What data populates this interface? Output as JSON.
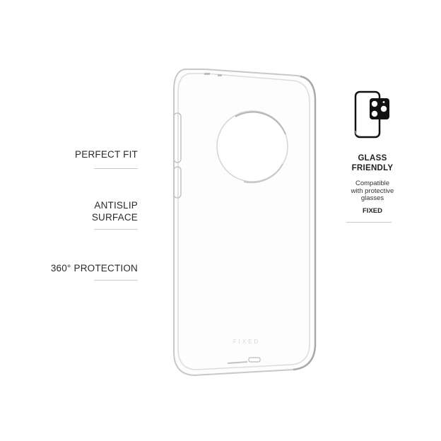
{
  "features": [
    {
      "label_lines": [
        "PERFECT FIT"
      ]
    },
    {
      "label_lines": [
        "ANTISLIP",
        "SURFACE"
      ]
    },
    {
      "label_lines": [
        "360° PROTECTION"
      ]
    }
  ],
  "glass_friendly": {
    "icon": "phone-camera-protector-icon",
    "title_lines": [
      "GLASS",
      "FRIENDLY"
    ],
    "description_lines": [
      "Compatible",
      "with protective",
      "glasses"
    ],
    "brand": "FIXED"
  },
  "product": {
    "name": "clear-phone-case",
    "logo_text": "FIXED"
  },
  "colors": {
    "background": "#ffffff",
    "text": "#2a2a2a",
    "rule": "#c9c9c9",
    "icon": "#111111"
  }
}
